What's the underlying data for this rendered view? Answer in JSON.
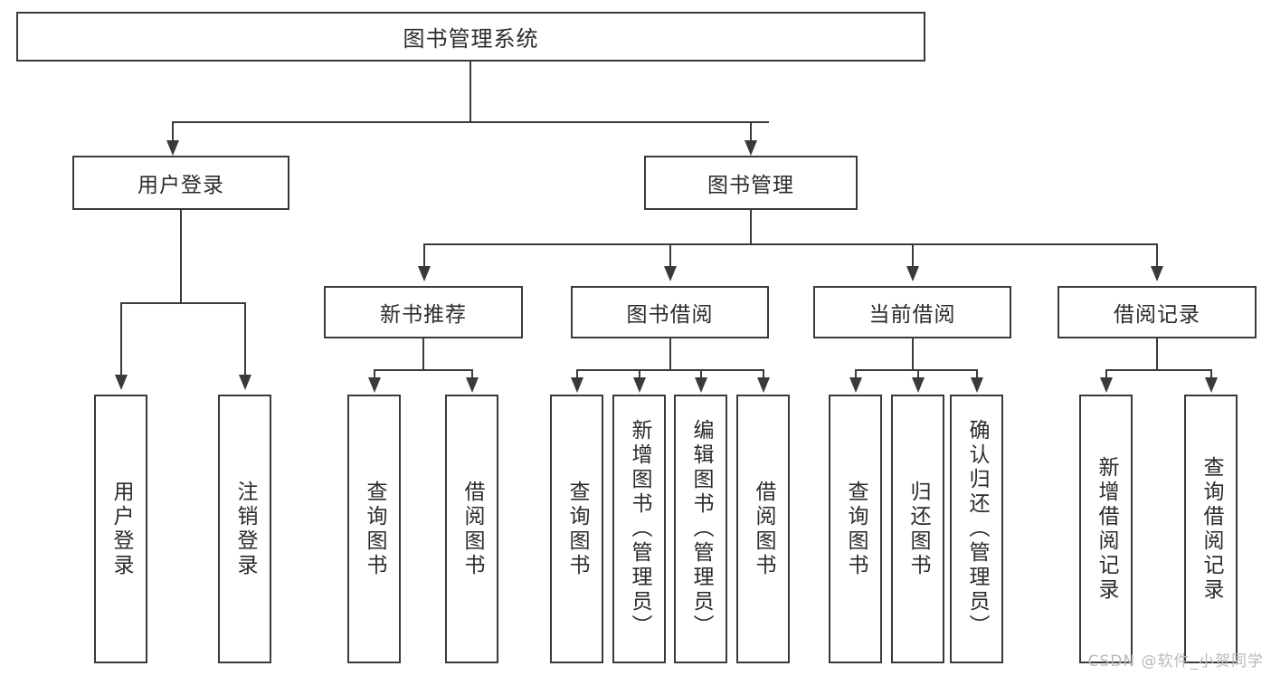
{
  "diagram": {
    "title": "图书管理系统",
    "type": "hierarchy-tree",
    "root": {
      "id": "root",
      "label": "图书管理系统",
      "orientation": "horizontal"
    },
    "level2": [
      {
        "id": "user-login",
        "label": "用户登录",
        "orientation": "horizontal"
      },
      {
        "id": "book-manage",
        "label": "图书管理",
        "orientation": "horizontal"
      }
    ],
    "level3": [
      {
        "id": "new-book-rec",
        "label": "新书推荐",
        "orientation": "horizontal",
        "parent": "book-manage"
      },
      {
        "id": "book-borrow",
        "label": "图书借阅",
        "orientation": "horizontal",
        "parent": "book-manage"
      },
      {
        "id": "current-borrow",
        "label": "当前借阅",
        "orientation": "horizontal",
        "parent": "book-manage"
      },
      {
        "id": "borrow-record",
        "label": "借阅记录",
        "orientation": "horizontal",
        "parent": "book-manage"
      }
    ],
    "leaves": [
      {
        "id": "leaf-user-login",
        "label": "用户登录",
        "orientation": "vertical",
        "parent": "user-login"
      },
      {
        "id": "leaf-user-logout",
        "label": "注销登录",
        "orientation": "vertical",
        "parent": "user-login"
      },
      {
        "id": "leaf-query-book-1",
        "label": "查询图书",
        "orientation": "vertical",
        "parent": "new-book-rec"
      },
      {
        "id": "leaf-borrow-book-1",
        "label": "借阅图书",
        "orientation": "vertical",
        "parent": "new-book-rec"
      },
      {
        "id": "leaf-query-book-2",
        "label": "查询图书",
        "orientation": "vertical",
        "parent": "book-borrow"
      },
      {
        "id": "leaf-add-book",
        "label": "新增图书（管理员）",
        "orientation": "vertical",
        "parent": "book-borrow"
      },
      {
        "id": "leaf-edit-book",
        "label": "编辑图书（管理员）",
        "orientation": "vertical",
        "parent": "book-borrow"
      },
      {
        "id": "leaf-borrow-book-2",
        "label": "借阅图书",
        "orientation": "vertical",
        "parent": "book-borrow"
      },
      {
        "id": "leaf-query-book-3",
        "label": "查询图书",
        "orientation": "vertical",
        "parent": "current-borrow"
      },
      {
        "id": "leaf-return-book",
        "label": "归还图书",
        "orientation": "vertical",
        "parent": "current-borrow"
      },
      {
        "id": "leaf-confirm-return",
        "label": "确认归还（管理员）",
        "orientation": "vertical",
        "parent": "current-borrow"
      },
      {
        "id": "leaf-add-record",
        "label": "新增借阅记录",
        "orientation": "vertical",
        "parent": "borrow-record"
      },
      {
        "id": "leaf-query-record",
        "label": "查询借阅记录",
        "orientation": "vertical",
        "parent": "borrow-record"
      }
    ],
    "colors": {
      "stroke": "#3a3a3a",
      "fill": "#ffffff",
      "text": "#2b2b2b",
      "watermark": "#b9b9b9"
    }
  },
  "watermark": {
    "text": "CSDN @软件_小贺同学"
  }
}
